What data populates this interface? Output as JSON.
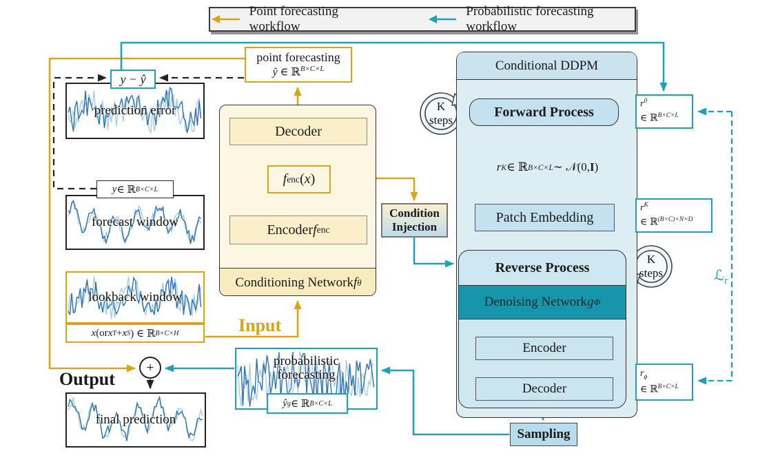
{
  "legend": {
    "point_label": "Point forecasting workflow",
    "prob_label": "Probabilistic forecasting workflow"
  },
  "colors": {
    "gold": "#D9A417",
    "teal": "#1EA0B6",
    "denoise_strip": "#1795AA",
    "ddpm_bg": "#DCEDF4",
    "cream_bg": "#FDF6E2"
  },
  "left": {
    "point_forecasting_title": "point forecasting",
    "point_forecasting_math": [
      {
        "t": "i",
        "v": "ŷ"
      },
      {
        "t": "r",
        "v": " ∈ ℝ"
      },
      {
        "t": "sup",
        "v": "B×C×L"
      }
    ],
    "y_minus_yhat": [
      {
        "t": "i",
        "v": "y − ŷ"
      }
    ],
    "prediction_error_label": "prediction error",
    "y_label": [
      {
        "t": "i",
        "v": "y"
      },
      {
        "t": "r",
        "v": " ∈ ℝ"
      },
      {
        "t": "sup",
        "v": "B×C×L"
      }
    ],
    "forecast_window_label": "forecast window",
    "lookback_window_label": "lookback window",
    "x_label": [
      {
        "t": "i",
        "v": "x"
      },
      {
        "t": "r",
        "v": "(or "
      },
      {
        "t": "i",
        "v": "x"
      },
      {
        "t": "sub",
        "v": "T"
      },
      {
        "t": "r",
        "v": " + "
      },
      {
        "t": "i",
        "v": "x"
      },
      {
        "t": "sub",
        "v": "S"
      },
      {
        "t": "r",
        "v": ") ∈ ℝ"
      },
      {
        "t": "sup",
        "v": "B×C×H"
      }
    ],
    "output_label": "Output",
    "plus_sign": "+",
    "final_prediction_label": "final prediction"
  },
  "cond_net": {
    "decoder": "Decoder",
    "fenc": [
      {
        "t": "i",
        "v": "f"
      },
      {
        "t": "rsub",
        "v": "enc"
      },
      {
        "t": "r",
        "v": "("
      },
      {
        "t": "i",
        "v": "x"
      },
      {
        "t": "r",
        "v": ")"
      }
    ],
    "encoder": [
      {
        "t": "r",
        "v": "Encoder "
      },
      {
        "t": "i",
        "v": "f"
      },
      {
        "t": "rsub",
        "v": "enc"
      }
    ],
    "title": [
      {
        "t": "r",
        "v": "Conditioning Network "
      },
      {
        "t": "i",
        "v": "f"
      },
      {
        "t": "sub",
        "v": "θ"
      }
    ],
    "input_label": "Input"
  },
  "condition_injection": {
    "line1": "Condition",
    "line2": "Injection"
  },
  "ddpm": {
    "title": "Conditional DDPM",
    "forward": "Forward Process",
    "rk_normal": [
      {
        "t": "i",
        "v": "r"
      },
      {
        "t": "sup",
        "v": "K"
      },
      {
        "t": "r",
        "v": " ∈ ℝ"
      },
      {
        "t": "sup",
        "v": "B×C×L"
      },
      {
        "t": "r",
        "v": " ∼ 𝒩(0, "
      },
      {
        "t": "b",
        "v": "I"
      },
      {
        "t": "r",
        "v": ")"
      }
    ],
    "patch_embedding": "Patch Embedding",
    "reverse": "Reverse Process",
    "denoising": [
      {
        "t": "r",
        "v": "Denoising Network "
      },
      {
        "t": "i",
        "v": "g"
      },
      {
        "t": "sub",
        "v": "Φ"
      }
    ],
    "encoder": "Encoder",
    "decoder": "Decoder",
    "sampling": "Sampling",
    "k_line1": "K",
    "k_line2": "steps"
  },
  "prob_forecasting": {
    "line1": "probabilistic",
    "line2": "forecasting",
    "math": [
      {
        "t": "i",
        "v": "ŷ"
      },
      {
        "t": "sub",
        "v": "g"
      },
      {
        "t": "r",
        "v": " ∈ ℝ"
      },
      {
        "t": "sup",
        "v": "B×C×L"
      }
    ]
  },
  "side_labels": {
    "r0_line1": [
      {
        "t": "i",
        "v": "r"
      },
      {
        "t": "sup",
        "v": "0"
      }
    ],
    "r0_line2": [
      {
        "t": "r",
        "v": "∈ ℝ"
      },
      {
        "t": "sup",
        "v": "B×C×L"
      }
    ],
    "rk_line1": [
      {
        "t": "i",
        "v": "r"
      },
      {
        "t": "sup",
        "v": "K"
      }
    ],
    "rk_line2": [
      {
        "t": "r",
        "v": "∈ ℝ"
      },
      {
        "t": "sup",
        "v": "(B×C)×N×D"
      }
    ],
    "rphi_line1": [
      {
        "t": "i",
        "v": "r"
      },
      {
        "t": "sub",
        "v": "ϕ"
      }
    ],
    "rphi_line2": [
      {
        "t": "r",
        "v": "∈ ℝ"
      },
      {
        "t": "sup",
        "v": "B×C×L"
      }
    ],
    "loss": [
      {
        "t": "i",
        "v": "ℒ"
      },
      {
        "t": "sub",
        "v": "r"
      }
    ]
  }
}
